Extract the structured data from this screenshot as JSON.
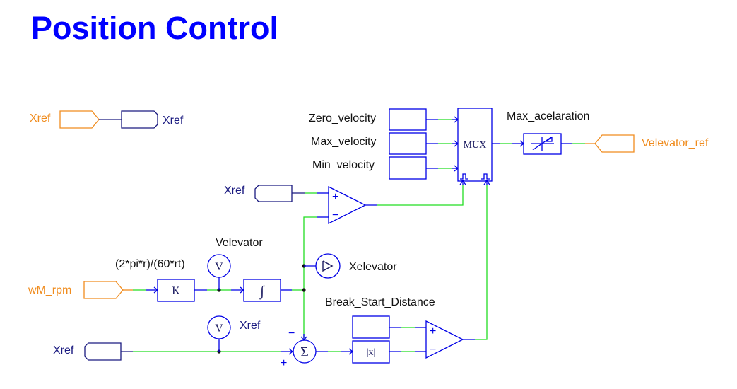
{
  "title": "Position Control",
  "colors": {
    "title": "#0000ff",
    "block_border": "#0000e6",
    "wire": "#22dd22",
    "input_port": "#f08c1e",
    "goto_label": "#1a1a80",
    "text": "#111111"
  },
  "labels": {
    "xref_input": "Xref",
    "xref_goto": "Xref",
    "zero_velocity": "Zero_velocity",
    "max_velocity": "Max_velocity",
    "min_velocity": "Min_velocity",
    "mux": "MUX",
    "max_acelaration": "Max_acelaration",
    "velevator_ref": "Velevator_ref",
    "xref_from_comparator": "Xref",
    "velevator": "Velevator",
    "gain_expr": "(2*pi*r)/(60*rt)",
    "gain_symbol": "K",
    "integrator_symbol": "∫",
    "xelevator": "Xelevator",
    "wm_rpm": "wM_rpm",
    "break_start_distance": "Break_Start_Distance",
    "xref_probe": "Xref",
    "xref_from_bottom": "Xref",
    "abs_symbol": "|x|",
    "sum_symbol": "Σ",
    "probe_symbol": "V",
    "plus": "+",
    "minus": "−"
  }
}
